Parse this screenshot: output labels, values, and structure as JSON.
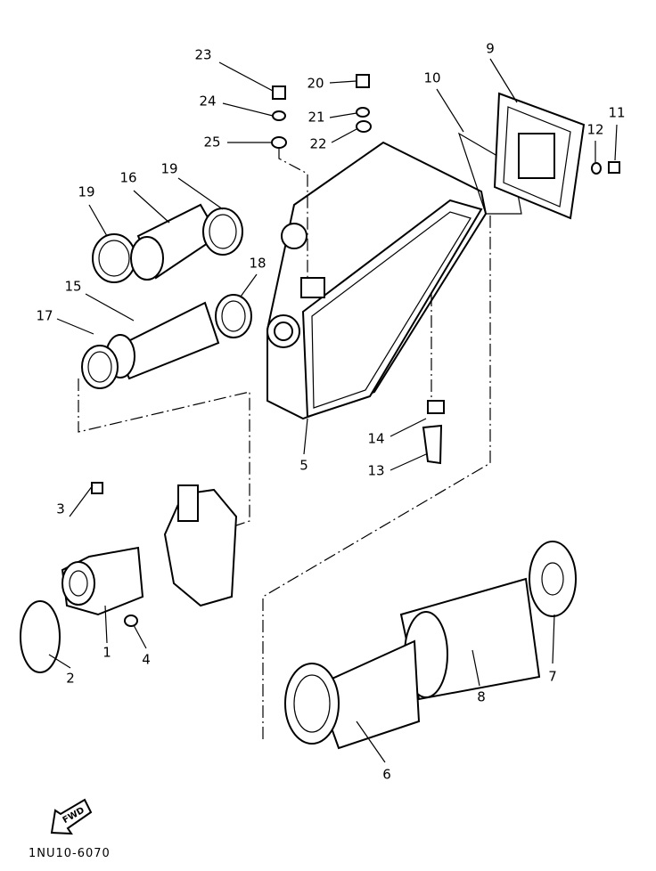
{
  "diagram": {
    "callouts": [
      "23",
      "24",
      "25",
      "20",
      "21",
      "22",
      "9",
      "10",
      "11",
      "12",
      "19",
      "16",
      "19",
      "18",
      "15",
      "17",
      "14",
      "13",
      "5",
      "3",
      "1",
      "2",
      "4",
      "7",
      "8",
      "6"
    ],
    "fwd_label": "FWD",
    "code": "1NU10-6070"
  }
}
